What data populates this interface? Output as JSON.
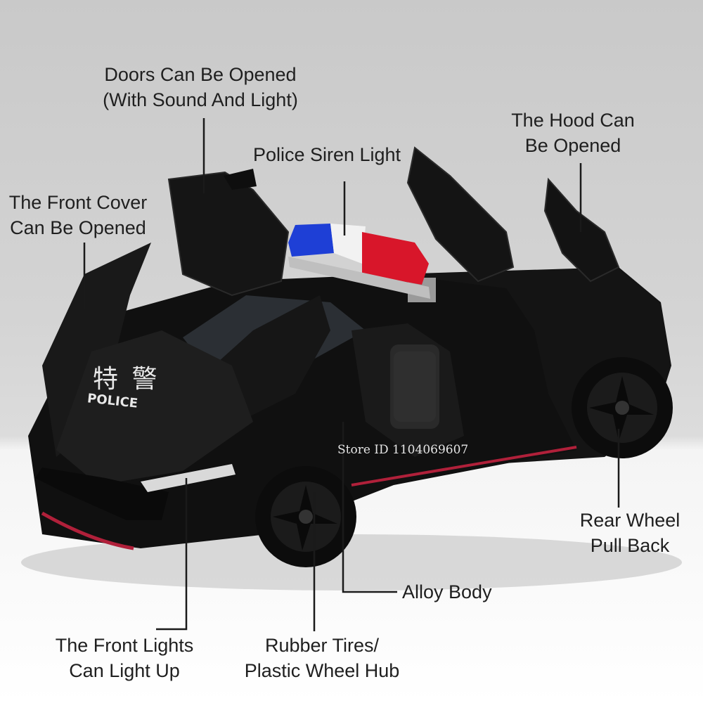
{
  "image": {
    "subject": "black die-cast police sports car model with open doors, hood and front cover",
    "colors": {
      "background_top": "#c9c9c9",
      "floor": "#ffffff",
      "car_body": "#111111",
      "accent_stripe": "#b0203a",
      "siren_blue": "#1e3fd6",
      "siren_red": "#d8162a",
      "leader_line": "#1a1a1a"
    }
  },
  "callouts": {
    "doors": {
      "line1": "Doors Can Be Opened",
      "line2": "(With Sound And Light)"
    },
    "front_cover": {
      "line1": "The Front Cover",
      "line2": "Can Be Opened"
    },
    "siren": {
      "line1": "Police Siren Light"
    },
    "hood": {
      "line1": "The Hood Can",
      "line2": "Be Opened"
    },
    "rear_wheel": {
      "line1": "Rear Wheel",
      "line2": "Pull Back"
    },
    "alloy": {
      "line1": "Alloy Body"
    },
    "front_lights": {
      "line1": "The Front Lights",
      "line2": "Can Light Up"
    },
    "tires": {
      "line1": "Rubber Tires/",
      "line2": "Plastic Wheel Hub"
    }
  },
  "car_markings": {
    "chinese_text": "特 警",
    "police_text": "POLICE"
  },
  "watermark": "Store ID 1104069607"
}
